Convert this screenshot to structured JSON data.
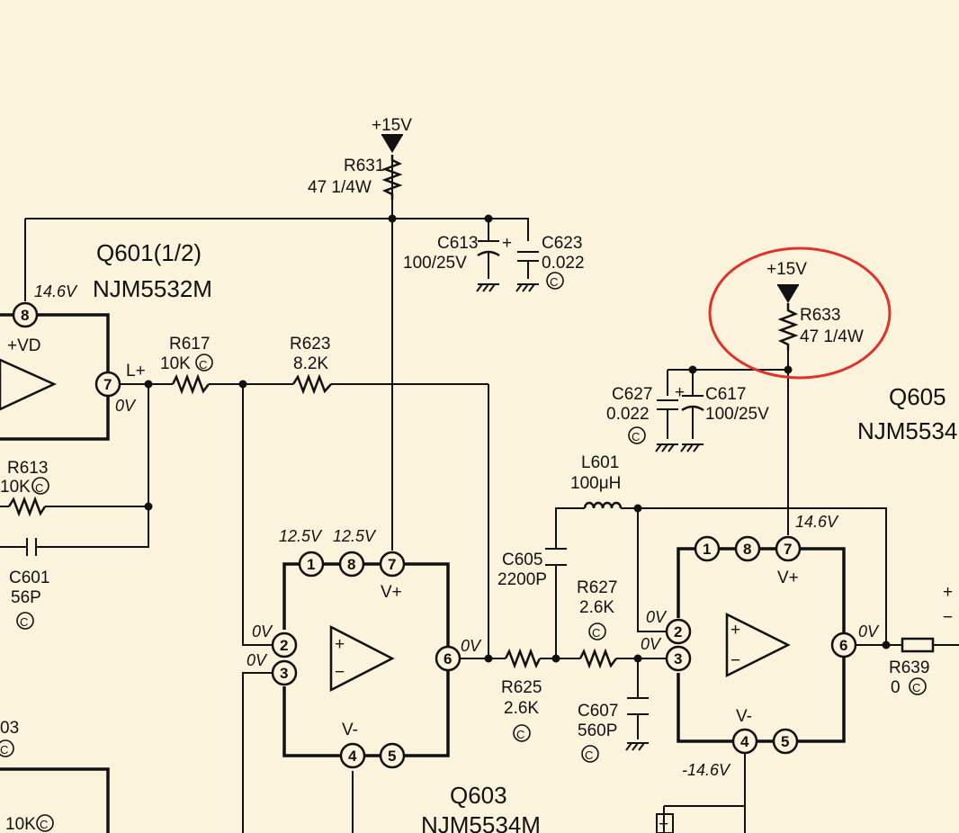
{
  "supply": {
    "pos_15v": "+15V",
    "pos_15v_b": "+15V"
  },
  "q601": {
    "name": "Q601(1/2)",
    "part": "NJM5532M",
    "pin8_voltage": "14.6V",
    "vd_label": "+VD",
    "out_label": "L+",
    "out_voltage": "0V"
  },
  "q603": {
    "name": "Q603",
    "part": "NJM5534M",
    "v_pin1": "12.5V",
    "v_pin7": "12.5V",
    "vplus": "V+",
    "vminus": "V-",
    "in2": "0V",
    "in3": "0V",
    "out": "0V"
  },
  "q605": {
    "name": "Q605",
    "part": "NJM5534",
    "v_pin7": "14.6V",
    "vplus": "V+",
    "vminus": "V-",
    "in2": "0V",
    "in3": "0V",
    "out": "0V",
    "v_minus": "-14.6V"
  },
  "pins": {
    "p1": "1",
    "p2": "2",
    "p3": "3",
    "p4": "4",
    "p5": "5",
    "p6": "6",
    "p7": "7",
    "p8": "8"
  },
  "resistors": {
    "r631": {
      "ref": "R631",
      "value": "47 1/4W"
    },
    "r633": {
      "ref": "R633",
      "value": "47 1/4W"
    },
    "r617": {
      "ref": "R617",
      "value": "10K"
    },
    "r623": {
      "ref": "R623",
      "value": "8.2K"
    },
    "r613": {
      "ref": "R613",
      "value": "10K"
    },
    "r625": {
      "ref": "R625",
      "value": "2.6K"
    },
    "r627": {
      "ref": "R627",
      "value": "2.6K"
    },
    "r639": {
      "ref": "R639",
      "value": "0"
    }
  },
  "capacitors": {
    "c613": {
      "ref": "C613",
      "value": "100/25V"
    },
    "c623": {
      "ref": "C623",
      "value": "0.022"
    },
    "c627": {
      "ref": "C627",
      "value": "0.022"
    },
    "c617": {
      "ref": "C617",
      "value": "100/25V"
    },
    "c605": {
      "ref": "C605",
      "value": "2200P"
    },
    "c607": {
      "ref": "C607",
      "value": "560P"
    },
    "c601": {
      "ref": "C601",
      "value": "56P"
    }
  },
  "inductors": {
    "l601": {
      "ref": "L601",
      "value": "100μH"
    }
  },
  "markers": {
    "c_mark": "C",
    "plus": "+",
    "minus": "−"
  },
  "partial": {
    "r603_tail": "03",
    "bottom_left_value": "10K",
    "pos_sign": "+",
    "neg_sign": "−"
  },
  "annotation": {
    "highlight_color": "#e0322a"
  }
}
